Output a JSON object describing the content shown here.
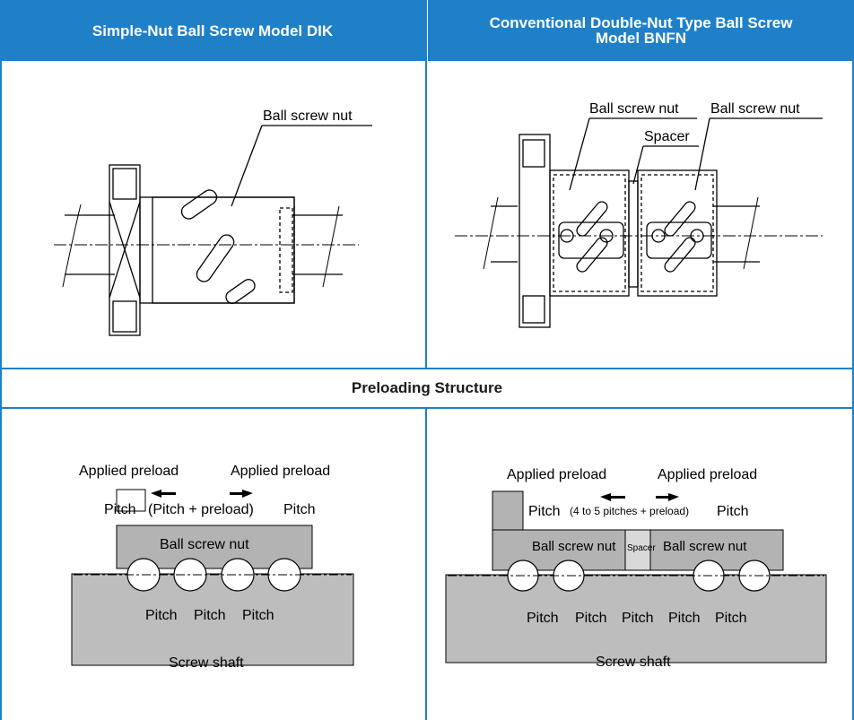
{
  "header": {
    "left_title": "Simple-Nut Ball Screw Model DIK",
    "right_title_line1": "Conventional Double-Nut Type Ball Screw",
    "right_title_line2": "Model BNFN"
  },
  "section": {
    "title": "Preloading Structure"
  },
  "diagram_left": {
    "nut_label": "Ball screw nut"
  },
  "diagram_right": {
    "nut_label_1": "Ball screw nut",
    "nut_label_2": "Ball screw nut",
    "spacer_label": "Spacer"
  },
  "preload_left": {
    "applied_left": "Applied preload",
    "applied_right": "Applied preload",
    "pitch_left": "Pitch",
    "pitch_middle": "(Pitch + preload)",
    "pitch_right": "Pitch",
    "nut_label": "Ball screw nut",
    "bottom_pitches": [
      "Pitch",
      "Pitch",
      "Pitch"
    ],
    "shaft_label": "Screw shaft"
  },
  "preload_right": {
    "applied_left": "Applied preload",
    "applied_right": "Applied preload",
    "pitch_left": "Pitch",
    "pitch_middle": "(4 to 5 pitches + preload)",
    "pitch_right": "Pitch",
    "nut_label_1": "Ball screw nut",
    "spacer_label": "Spacer",
    "nut_label_2": "Ball screw nut",
    "bottom_pitches": [
      "Pitch",
      "Pitch",
      "Pitch",
      "Pitch",
      "Pitch"
    ],
    "shaft_label": "Screw shaft"
  },
  "colors": {
    "header_blue": "#1f80c8",
    "grid_blue": "#1f80c8",
    "nut_gray": "#b3b3b3",
    "shaft_gray": "#bdbdbd",
    "spacer_gray": "#d9d9d9"
  }
}
